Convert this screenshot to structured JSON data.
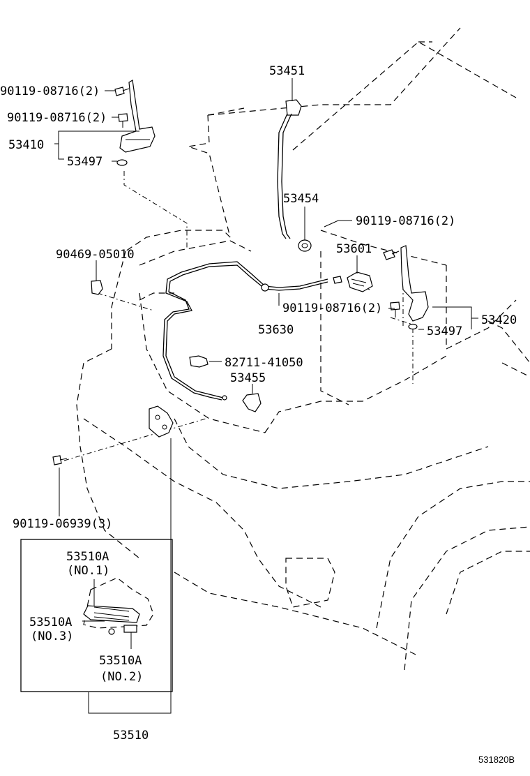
{
  "diagram": {
    "labels": {
      "p53451": "53451",
      "bolt_tl1": "90119-08716(2)",
      "bolt_tl2": "90119-08716(2)",
      "p53410": "53410",
      "p53497_left": "53497",
      "p53454": "53454",
      "bolt_right_top": "90119-08716(2)",
      "p53601": "53601",
      "clip_90469": "90469-05010",
      "bolt_mid": "90119-08716(2)",
      "p53630": "53630",
      "p53497_right": "53497",
      "p53420": "53420",
      "p82711": "82711-41050",
      "p53455": "53455",
      "bolt_90119_06939": "90119-06939(3)",
      "inset_no1_part": "53510A",
      "inset_no1_tag": "(NO.1)",
      "inset_no3_part": "53510A",
      "inset_no3_tag": "(NO.3)",
      "inset_no2_part": "53510A",
      "inset_no2_tag": "(NO.2)",
      "p53510": "53510",
      "diagram_code": "531820B"
    },
    "icons": [
      "bolt-icon",
      "washer-icon",
      "hinge-icon",
      "clip-icon",
      "cable-icon",
      "lock-icon",
      "support-rod-icon"
    ]
  }
}
